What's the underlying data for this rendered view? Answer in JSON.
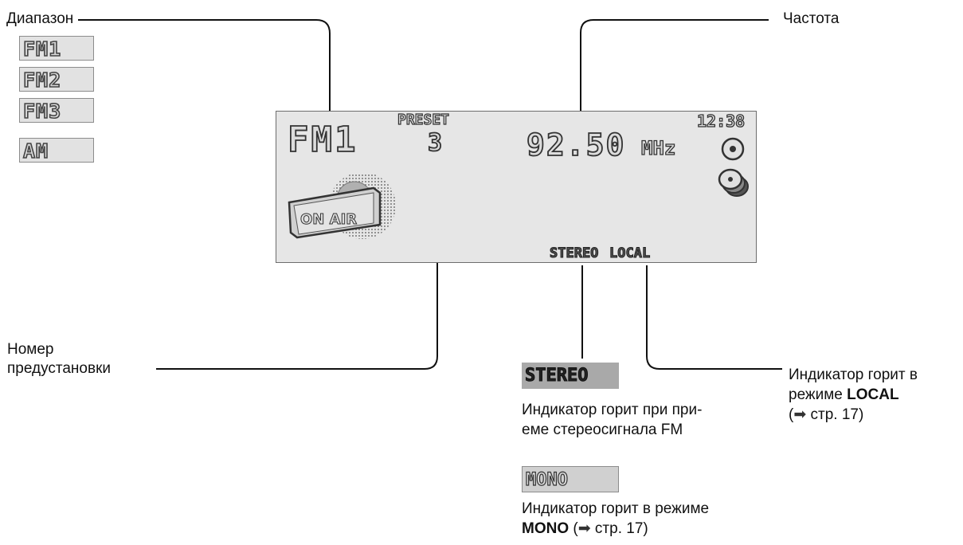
{
  "labels": {
    "band": "Диапазон",
    "frequency": "Частота",
    "preset_line1": "Номер",
    "preset_line2": "предустановки",
    "local_line1": "Индикатор горит в",
    "local_line2_prefix": "режиме ",
    "local_line2_bold": "LOCAL",
    "local_line3_arrow": "➡",
    "local_line3_text": " стр. 17)",
    "local_line3_open": "(",
    "stereo_line1": "Индикатор горит при при-",
    "stereo_line2": "еме стереосигнала FM",
    "mono_line1": "Индикатор горит в режиме",
    "mono_line2_bold": "MONO",
    "mono_line2_open": " (",
    "mono_line2_arrow": "➡",
    "mono_line2_text": " стр. 17)"
  },
  "bands": [
    "FM1",
    "FM2",
    "FM3",
    "AM"
  ],
  "lcd": {
    "band": "FM1",
    "preset_label": "PRESET",
    "preset_number": "3",
    "frequency": "92.50",
    "unit": "MHz",
    "clock": "12:38",
    "stereo": "STEREO",
    "local": "LOCAL",
    "anim_text": "ON AIR"
  },
  "indicators": {
    "stereo": "STEREO",
    "mono": "MONO"
  },
  "colors": {
    "lcd_bg": "#e6e6e6",
    "stereo_box_bg": "#a9a9a9",
    "mono_box_bg": "#d0d0d0"
  }
}
